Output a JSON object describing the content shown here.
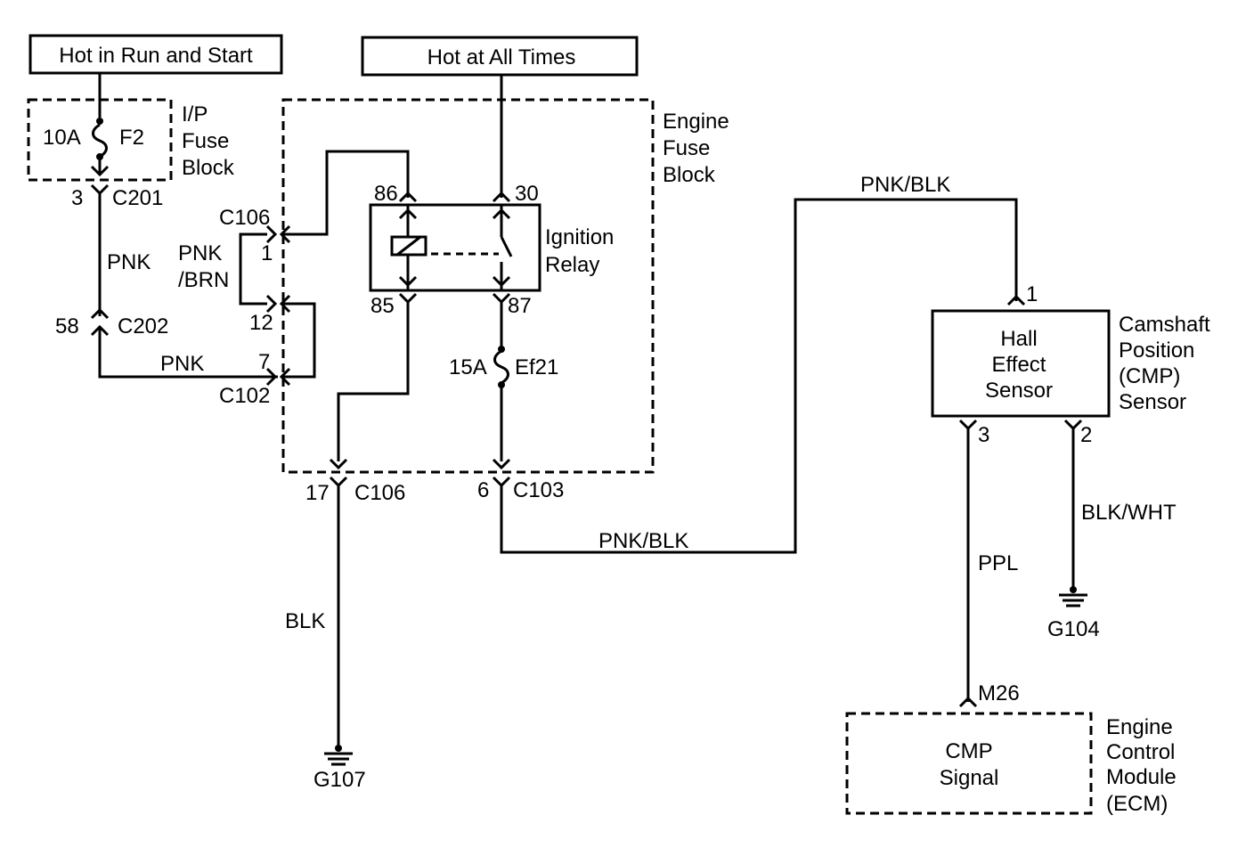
{
  "sources": {
    "run_start": "Hot in Run and Start",
    "all_times": "Hot at All Times"
  },
  "ip_fuse_block": {
    "label_1": "I/P",
    "label_2": "Fuse",
    "label_3": "Block",
    "fuse_rating": "10A",
    "fuse_name": "F2"
  },
  "engine_fuse_block": {
    "label_1": "Engine",
    "label_2": "Fuse",
    "label_3": "Block"
  },
  "relay": {
    "label_1": "Ignition",
    "label_2": "Relay",
    "pin_86": "86",
    "pin_30": "30",
    "pin_85": "85",
    "pin_87": "87"
  },
  "fuse_ef21": {
    "rating": "15A",
    "name": "Ef21"
  },
  "connectors": {
    "c201_pin": "3",
    "c201": "C201",
    "c202_pin": "58",
    "c202": "C202",
    "c106_top": "C106",
    "c106_pin1": "1",
    "c106_pin12": "12",
    "c102_pin": "7",
    "c102": "C102",
    "c106_bottom_pin": "17",
    "c106_bottom": "C106",
    "c103_pin": "6",
    "c103": "C103"
  },
  "wires": {
    "pnk_upper": "PNK",
    "pnk_brn_1": "PNK",
    "pnk_brn_2": "/BRN",
    "pnk_lower": "PNK",
    "blk": "BLK",
    "pnk_blk_lower": "PNK/BLK",
    "pnk_blk_upper": "PNK/BLK",
    "ppl": "PPL",
    "blk_wht": "BLK/WHT"
  },
  "cmp_sensor": {
    "pin_1": "1",
    "pin_3": "3",
    "pin_2": "2",
    "inner_1": "Hall",
    "inner_2": "Effect",
    "inner_3": "Sensor",
    "label_1": "Camshaft",
    "label_2": "Position",
    "label_3": "(CMP)",
    "label_4": "Sensor"
  },
  "grounds": {
    "g107": "G107",
    "g104": "G104"
  },
  "ecm": {
    "pin": "M26",
    "inner_1": "CMP",
    "inner_2": "Signal",
    "label_1": "Engine",
    "label_2": "Control",
    "label_3": "Module",
    "label_4": "(ECM)"
  }
}
